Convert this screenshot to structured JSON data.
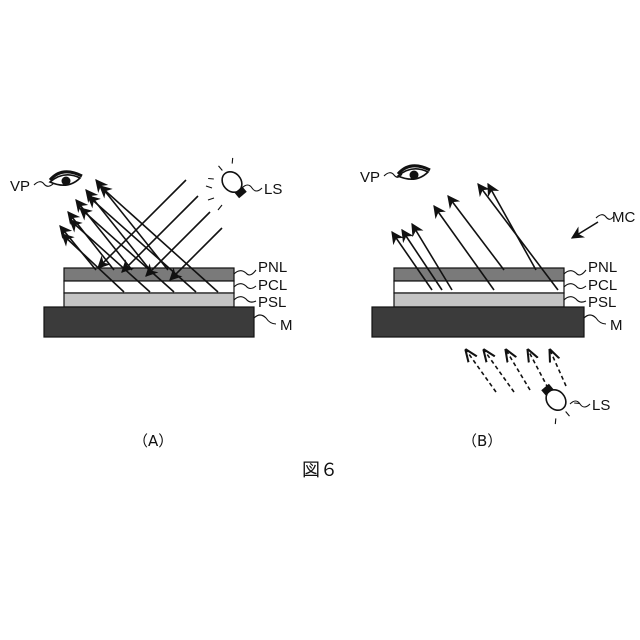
{
  "panel_a": {
    "caption": "（A）",
    "viewer_label": "VP",
    "light_label": "LS",
    "layers": [
      "PNL",
      "PCL",
      "PSL",
      "M"
    ]
  },
  "panel_b": {
    "caption": "（B）",
    "viewer_label": "VP",
    "light_label": "LS",
    "module_label": "MC",
    "layers": [
      "PNL",
      "PCL",
      "PSL",
      "M"
    ]
  },
  "figure_title": "図６",
  "colors": {
    "pnl": "#7a7a7a",
    "pcl": "#ffffff",
    "psl": "#c4c4c4",
    "mirror": "#3b3b3b",
    "line": "#111111"
  },
  "icons": {
    "viewer": "eye-icon",
    "light": "light-bulb-icon"
  }
}
